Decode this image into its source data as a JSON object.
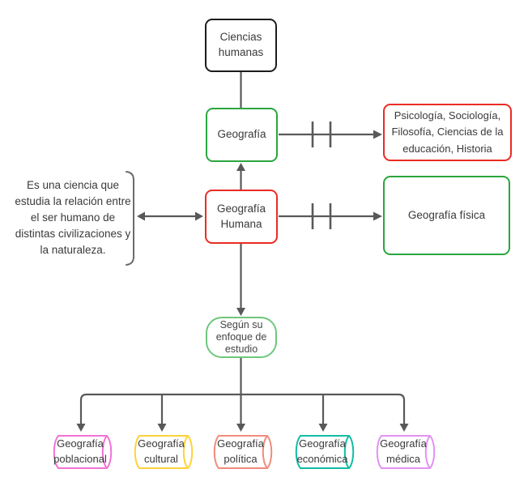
{
  "diagram": {
    "title": "Concept map of Geography (Spanish)",
    "nodes": {
      "root": {
        "label": "Ciencias humanas",
        "border_color": "#1c1c1c"
      },
      "geografia": {
        "label": "Geografía",
        "border_color": "#2aa63e"
      },
      "disciplinas": {
        "label": "Psicología, Sociología, Filosofía, Ciencias de la educación, Historia",
        "border_color": "#ea2c23"
      },
      "geografia_humana": {
        "label": "Geografía Humana",
        "border_color": "#ea2c23"
      },
      "geografia_fisica": {
        "label": "Geografía física",
        "border_color": "#2aa63e"
      },
      "enfoque": {
        "label": "Según su enfoque de estudio",
        "border_color": "#6ec77b"
      }
    },
    "annotation": {
      "text": "Es una ciencia que estudia la relación entre el ser humano de distintas civilizaciones y la naturaleza."
    },
    "leaves": [
      {
        "label": "Geografía poblacional",
        "color": "#f272d8"
      },
      {
        "label": "Geografía cultural",
        "color": "#ffd23b"
      },
      {
        "label": "Geografía política",
        "color": "#f28b7d"
      },
      {
        "label": "Geografía económica",
        "color": "#12bda4"
      },
      {
        "label": "Geografía médica",
        "color": "#e292f2"
      }
    ],
    "colors": {
      "background": "#ffffff",
      "line": "#595959",
      "text": "#3a3a3a",
      "black_border": "#1c1c1c",
      "green_border": "#2aa63e",
      "light_green_border": "#6ec77b",
      "red_border": "#ea2c23"
    }
  }
}
